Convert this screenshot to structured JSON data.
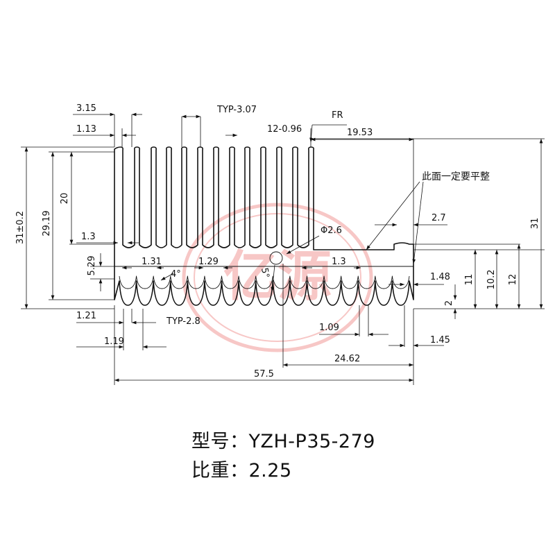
{
  "watermark": {
    "text": "亿源",
    "color": "#e53935"
  },
  "annotations": {
    "note_flat": "此面一定要平整",
    "fr": "FR",
    "typ_307": "TYP-3.07",
    "typ_28": "TYP-2.8",
    "fins_096": "12-0.96",
    "phi26": "Φ2.6",
    "ang4": "4°",
    "ang5": "5°"
  },
  "dimensions": {
    "d315": "3.15",
    "d113": "1.13",
    "d1953": "19.53",
    "d27": "2.7",
    "d13a": "1.3",
    "d131": "1.31",
    "d129": "1.29",
    "d13b": "1.3",
    "d148": "1.48",
    "d121": "1.21",
    "d119": "1.19",
    "d109": "1.09",
    "d145": "1.45",
    "d2462": "24.62",
    "d575": "57.5",
    "v31tol": "31±0.2",
    "v2919": "29.19",
    "v20": "20",
    "v529": "5.29",
    "v31": "31",
    "v11": "11",
    "v102": "10.2",
    "v12": "12",
    "v2": "2"
  },
  "info": {
    "model_label": "型号：",
    "model_value": "YZH-P35-279",
    "weight_label": "比重：",
    "weight_value": "2.25"
  }
}
